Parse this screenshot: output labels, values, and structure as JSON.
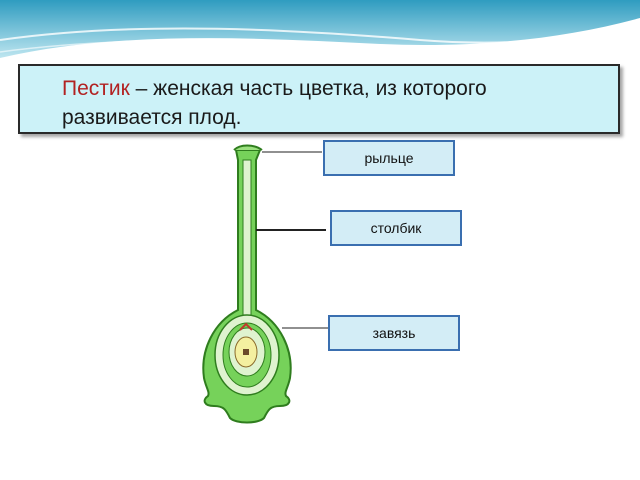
{
  "definition": {
    "term": "Пестик",
    "text": " – женская часть цветка, из которого развивается плод."
  },
  "labels": {
    "stigma": "рыльце",
    "style": "столбик",
    "ovary": "завязь"
  },
  "colors": {
    "pistil_outer": "#76d25a",
    "pistil_inner": "#dff3cf",
    "ovule": "#f4f0a0",
    "header_wave": "#4fb4d2",
    "definition_bg": "#ccf2f8",
    "label_border": "#3a6fb0"
  }
}
